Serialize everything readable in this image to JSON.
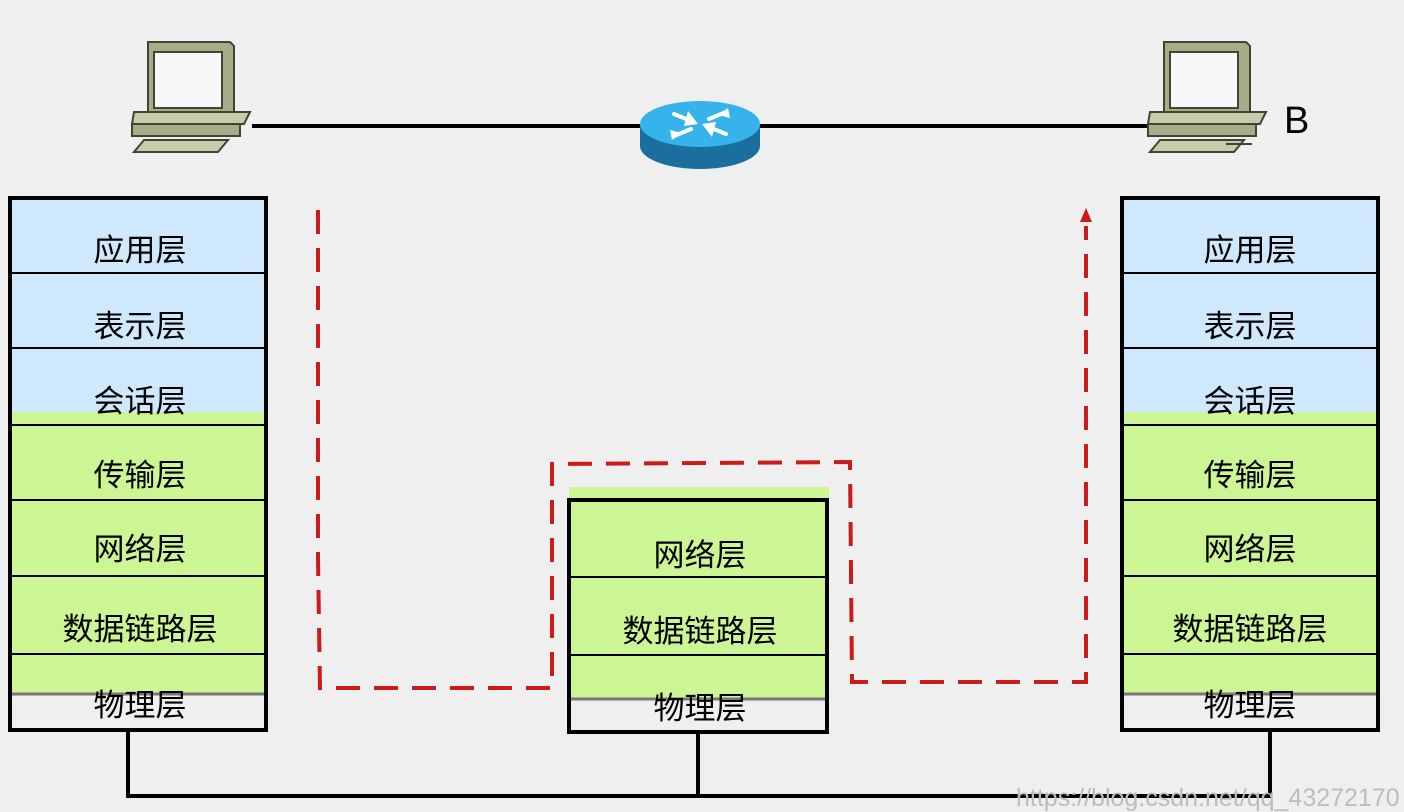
{
  "host_b_label": "B",
  "left_stack": [
    "应用层",
    "表示层",
    "会话层",
    "传输层",
    "网络层",
    "数据链路层",
    "物理层"
  ],
  "router_stack": [
    "网络层",
    "数据链路层",
    "物理层"
  ],
  "right_stack": [
    "应用层",
    "表示层",
    "会话层",
    "传输层",
    "网络层",
    "数据链路层",
    "物理层"
  ],
  "watermark": "https://blog.csdn.net/qq_43272170",
  "colors": {
    "background": "#efefef",
    "upper_layer_fill": "#cfe8fb",
    "lower_layer_fill": "#ccf594",
    "path_line": "#cc1b1b",
    "router_top": "#36b3ea",
    "router_side": "#1a6f9e"
  },
  "icons": [
    "computer-icon",
    "router-icon",
    "computer-icon"
  ]
}
